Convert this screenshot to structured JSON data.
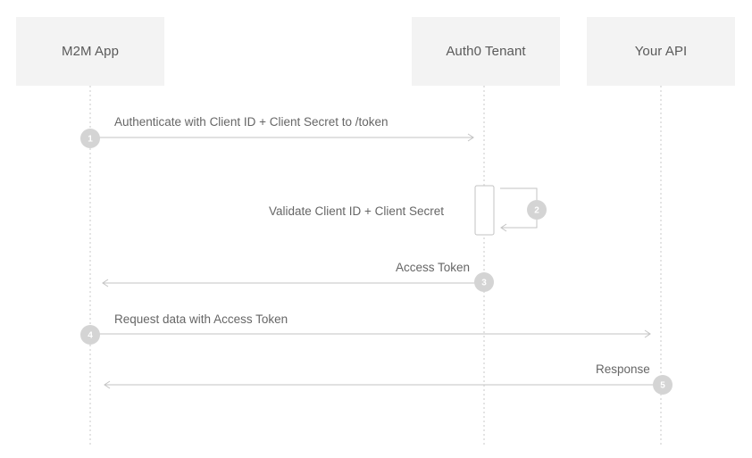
{
  "participants": {
    "m2m_app": "M2M App",
    "auth0_tenant": "Auth0 Tenant",
    "your_api": "Your API"
  },
  "messages": [
    {
      "step": "1",
      "label": "Authenticate with Client ID + Client Secret to /token"
    },
    {
      "step": "2",
      "label": "Validate Client ID + Client Secret"
    },
    {
      "step": "3",
      "label": "Access Token"
    },
    {
      "step": "4",
      "label": "Request data with Access Token"
    },
    {
      "step": "5",
      "label": "Response"
    }
  ],
  "colors": {
    "participant_bg": "#f3f3f3",
    "line": "#c3c3c3",
    "step_circle": "#d4d4d4",
    "text": "#666666"
  }
}
